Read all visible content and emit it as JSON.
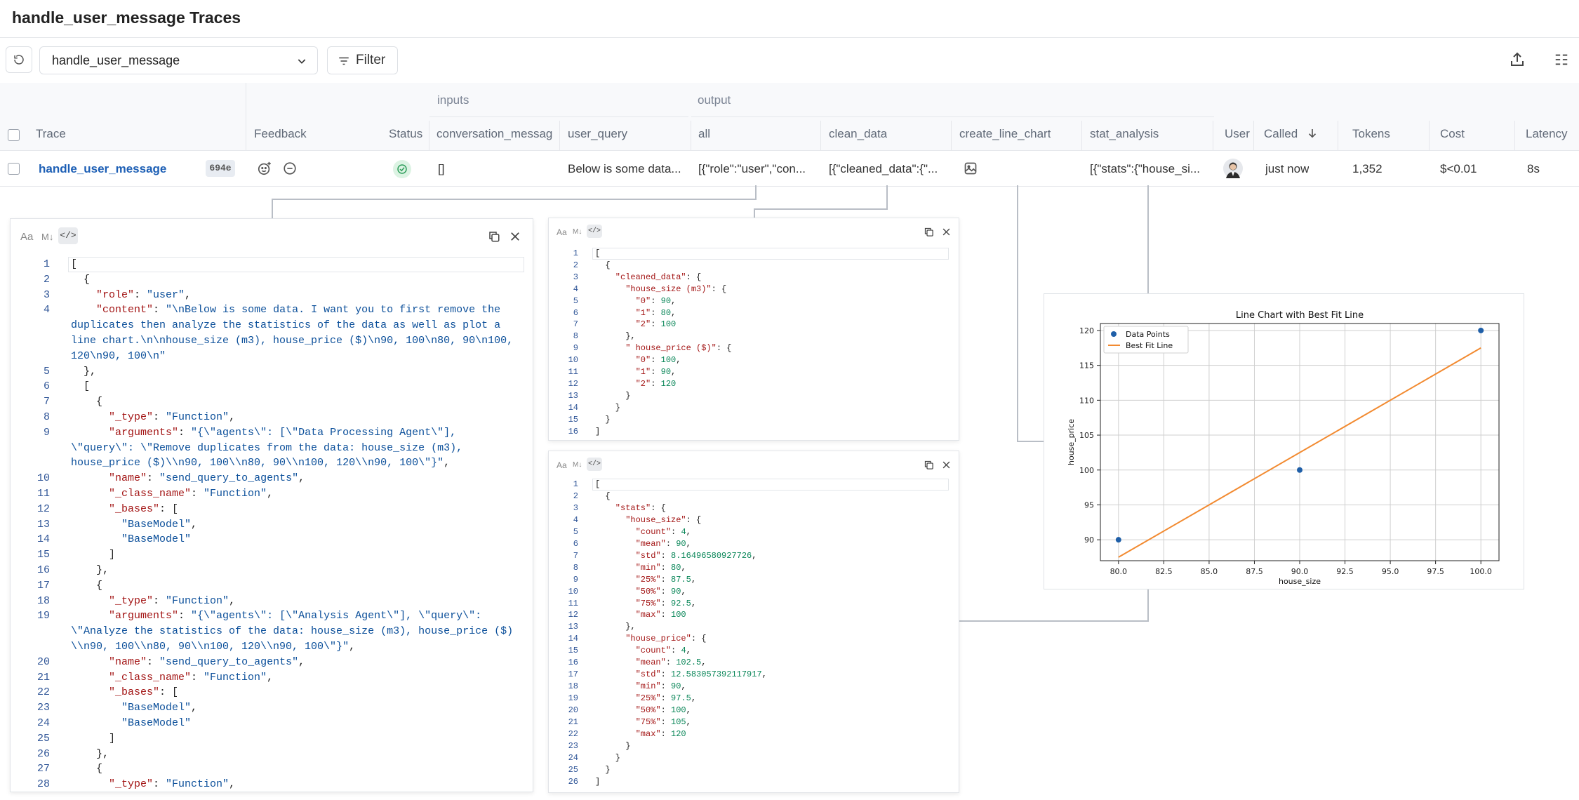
{
  "page": {
    "title": "handle_user_message Traces"
  },
  "toolbar": {
    "operation": "handle_user_message",
    "filter_label": "Filter"
  },
  "columns": {
    "groups": {
      "inputs": "inputs",
      "output": "output"
    },
    "trace": "Trace",
    "feedback": "Feedback",
    "status": "Status",
    "conversation": "conversation_message",
    "user_query": "user_query",
    "all": "all",
    "clean_data": "clean_data",
    "create_line_chart": "create_line_chart",
    "stat_analysis": "stat_analysis",
    "user": "User",
    "called": "Called",
    "tokens": "Tokens",
    "cost": "Cost",
    "latency": "Latency"
  },
  "row": {
    "trace": "handle_user_message",
    "id": "694e",
    "conversation": "[]",
    "user_query": "Below is some data...",
    "all": "[{\"role\":\"user\",\"con...",
    "clean_data": "[{\"cleaned_data\":{\"...",
    "stat_analysis": "[{\"stats\":{\"house_si...",
    "called": "just now",
    "tokens": "1,352",
    "cost": "$<0.01",
    "latency": "8s"
  },
  "editor_buttons": {
    "aa": "Aa",
    "md": "M↓",
    "code": "</>"
  },
  "panel_all": [
    [
      [
        "p",
        "["
      ]
    ],
    [
      [
        "p",
        "  {"
      ]
    ],
    [
      [
        "k",
        "    \"role\""
      ],
      [
        "p",
        ": "
      ],
      [
        "s",
        "\"user\""
      ],
      [
        "p",
        ","
      ]
    ],
    [
      [
        "k",
        "    \"content\""
      ],
      [
        "p",
        ": "
      ],
      [
        "s",
        "\"\\nBelow is some data. I want you to first remove the"
      ]
    ],
    [
      [
        "s",
        "duplicates then analyze the statistics of the data as well as plot a"
      ]
    ],
    [
      [
        "s",
        "line chart.\\n\\nhouse_size (m3), house_price ($)\\n90, 100\\n80, 90\\n100,"
      ]
    ],
    [
      [
        "s",
        "120\\n90, 100\\n\""
      ]
    ],
    [
      [
        "p",
        "  },"
      ]
    ],
    [
      [
        "p",
        "  ["
      ]
    ],
    [
      [
        "p",
        "    {"
      ]
    ],
    [
      [
        "k",
        "      \"_type\""
      ],
      [
        "p",
        ": "
      ],
      [
        "s",
        "\"Function\""
      ],
      [
        "p",
        ","
      ]
    ],
    [
      [
        "k",
        "      \"arguments\""
      ],
      [
        "p",
        ": "
      ],
      [
        "s",
        "\"{\\\"agents\\\": [\\\"Data Processing Agent\\\"],"
      ]
    ],
    [
      [
        "s",
        "\\\"query\\\": \\\"Remove duplicates from the data: house_size (m3),"
      ]
    ],
    [
      [
        "s",
        "house_price ($)\\\\n90, 100\\\\n80, 90\\\\n100, 120\\\\n90, 100\\\"}\""
      ],
      [
        "p",
        ","
      ]
    ],
    [
      [
        "k",
        "      \"name\""
      ],
      [
        "p",
        ": "
      ],
      [
        "s",
        "\"send_query_to_agents\""
      ],
      [
        "p",
        ","
      ]
    ],
    [
      [
        "k",
        "      \"_class_name\""
      ],
      [
        "p",
        ": "
      ],
      [
        "s",
        "\"Function\""
      ],
      [
        "p",
        ","
      ]
    ],
    [
      [
        "k",
        "      \"_bases\""
      ],
      [
        "p",
        ": ["
      ]
    ],
    [
      [
        "s",
        "        \"BaseModel\""
      ],
      [
        "p",
        ","
      ]
    ],
    [
      [
        "s",
        "        \"BaseModel\""
      ]
    ],
    [
      [
        "p",
        "      ]"
      ]
    ],
    [
      [
        "p",
        "    },"
      ]
    ],
    [
      [
        "p",
        "    {"
      ]
    ],
    [
      [
        "k",
        "      \"_type\""
      ],
      [
        "p",
        ": "
      ],
      [
        "s",
        "\"Function\""
      ],
      [
        "p",
        ","
      ]
    ],
    [
      [
        "k",
        "      \"arguments\""
      ],
      [
        "p",
        ": "
      ],
      [
        "s",
        "\"{\\\"agents\\\": [\\\"Analysis Agent\\\"], \\\"query\\\":"
      ]
    ],
    [
      [
        "s",
        "\\\"Analyze the statistics of the data: house_size (m3), house_price ($)"
      ]
    ],
    [
      [
        "s",
        "\\\\n90, 100\\\\n80, 90\\\\n100, 120\\\\n90, 100\\\"}\""
      ],
      [
        "p",
        ","
      ]
    ],
    [
      [
        "k",
        "      \"name\""
      ],
      [
        "p",
        ": "
      ],
      [
        "s",
        "\"send_query_to_agents\""
      ],
      [
        "p",
        ","
      ]
    ],
    [
      [
        "k",
        "      \"_class_name\""
      ],
      [
        "p",
        ": "
      ],
      [
        "s",
        "\"Function\""
      ],
      [
        "p",
        ","
      ]
    ],
    [
      [
        "k",
        "      \"_bases\""
      ],
      [
        "p",
        ": ["
      ]
    ],
    [
      [
        "s",
        "        \"BaseModel\""
      ],
      [
        "p",
        ","
      ]
    ],
    [
      [
        "s",
        "        \"BaseModel\""
      ]
    ],
    [
      [
        "p",
        "      ]"
      ]
    ],
    [
      [
        "p",
        "    },"
      ]
    ],
    [
      [
        "p",
        "    {"
      ]
    ],
    [
      [
        "k",
        "      \"_type\""
      ],
      [
        "p",
        ": "
      ],
      [
        "s",
        "\"Function\""
      ],
      [
        "p",
        ","
      ]
    ]
  ],
  "panel_all_numbers": [
    "1",
    "2",
    "3",
    "4",
    "",
    "",
    "",
    "5",
    "6",
    "7",
    "8",
    "9",
    "",
    "",
    "10",
    "11",
    "12",
    "13",
    "14",
    "15",
    "16",
    "17",
    "18",
    "19",
    "",
    "",
    "20",
    "21",
    "22",
    "23",
    "24",
    "25",
    "26",
    "27",
    "28"
  ],
  "panel_clean": [
    [
      [
        "p",
        "["
      ]
    ],
    [
      [
        "p",
        "  {"
      ]
    ],
    [
      [
        "k",
        "    \"cleaned_data\""
      ],
      [
        "p",
        ": {"
      ]
    ],
    [
      [
        "k",
        "      \"house_size (m3)\""
      ],
      [
        "p",
        ": {"
      ]
    ],
    [
      [
        "k",
        "        \"0\""
      ],
      [
        "p",
        ": "
      ],
      [
        "n",
        "90"
      ],
      [
        "p",
        ","
      ]
    ],
    [
      [
        "k",
        "        \"1\""
      ],
      [
        "p",
        ": "
      ],
      [
        "n",
        "80"
      ],
      [
        "p",
        ","
      ]
    ],
    [
      [
        "k",
        "        \"2\""
      ],
      [
        "p",
        ": "
      ],
      [
        "n",
        "100"
      ]
    ],
    [
      [
        "p",
        "      },"
      ]
    ],
    [
      [
        "k",
        "      \" house_price ($)\""
      ],
      [
        "p",
        ": {"
      ]
    ],
    [
      [
        "k",
        "        \"0\""
      ],
      [
        "p",
        ": "
      ],
      [
        "n",
        "100"
      ],
      [
        "p",
        ","
      ]
    ],
    [
      [
        "k",
        "        \"1\""
      ],
      [
        "p",
        ": "
      ],
      [
        "n",
        "90"
      ],
      [
        "p",
        ","
      ]
    ],
    [
      [
        "k",
        "        \"2\""
      ],
      [
        "p",
        ": "
      ],
      [
        "n",
        "120"
      ]
    ],
    [
      [
        "p",
        "      }"
      ]
    ],
    [
      [
        "p",
        "    }"
      ]
    ],
    [
      [
        "p",
        "  }"
      ]
    ],
    [
      [
        "p",
        "]"
      ]
    ]
  ],
  "panel_stats": [
    [
      [
        "p",
        "["
      ]
    ],
    [
      [
        "p",
        "  {"
      ]
    ],
    [
      [
        "k",
        "    \"stats\""
      ],
      [
        "p",
        ": {"
      ]
    ],
    [
      [
        "k",
        "      \"house_size\""
      ],
      [
        "p",
        ": {"
      ]
    ],
    [
      [
        "k",
        "        \"count\""
      ],
      [
        "p",
        ": "
      ],
      [
        "n",
        "4"
      ],
      [
        "p",
        ","
      ]
    ],
    [
      [
        "k",
        "        \"mean\""
      ],
      [
        "p",
        ": "
      ],
      [
        "n",
        "90"
      ],
      [
        "p",
        ","
      ]
    ],
    [
      [
        "k",
        "        \"std\""
      ],
      [
        "p",
        ": "
      ],
      [
        "n",
        "8.16496580927726"
      ],
      [
        "p",
        ","
      ]
    ],
    [
      [
        "k",
        "        \"min\""
      ],
      [
        "p",
        ": "
      ],
      [
        "n",
        "80"
      ],
      [
        "p",
        ","
      ]
    ],
    [
      [
        "k",
        "        \"25%\""
      ],
      [
        "p",
        ": "
      ],
      [
        "n",
        "87.5"
      ],
      [
        "p",
        ","
      ]
    ],
    [
      [
        "k",
        "        \"50%\""
      ],
      [
        "p",
        ": "
      ],
      [
        "n",
        "90"
      ],
      [
        "p",
        ","
      ]
    ],
    [
      [
        "k",
        "        \"75%\""
      ],
      [
        "p",
        ": "
      ],
      [
        "n",
        "92.5"
      ],
      [
        "p",
        ","
      ]
    ],
    [
      [
        "k",
        "        \"max\""
      ],
      [
        "p",
        ": "
      ],
      [
        "n",
        "100"
      ]
    ],
    [
      [
        "p",
        "      },"
      ]
    ],
    [
      [
        "k",
        "      \"house_price\""
      ],
      [
        "p",
        ": {"
      ]
    ],
    [
      [
        "k",
        "        \"count\""
      ],
      [
        "p",
        ": "
      ],
      [
        "n",
        "4"
      ],
      [
        "p",
        ","
      ]
    ],
    [
      [
        "k",
        "        \"mean\""
      ],
      [
        "p",
        ": "
      ],
      [
        "n",
        "102.5"
      ],
      [
        "p",
        ","
      ]
    ],
    [
      [
        "k",
        "        \"std\""
      ],
      [
        "p",
        ": "
      ],
      [
        "n",
        "12.583057392117917"
      ],
      [
        "p",
        ","
      ]
    ],
    [
      [
        "k",
        "        \"min\""
      ],
      [
        "p",
        ": "
      ],
      [
        "n",
        "90"
      ],
      [
        "p",
        ","
      ]
    ],
    [
      [
        "k",
        "        \"25%\""
      ],
      [
        "p",
        ": "
      ],
      [
        "n",
        "97.5"
      ],
      [
        "p",
        ","
      ]
    ],
    [
      [
        "k",
        "        \"50%\""
      ],
      [
        "p",
        ": "
      ],
      [
        "n",
        "100"
      ],
      [
        "p",
        ","
      ]
    ],
    [
      [
        "k",
        "        \"75%\""
      ],
      [
        "p",
        ": "
      ],
      [
        "n",
        "105"
      ],
      [
        "p",
        ","
      ]
    ],
    [
      [
        "k",
        "        \"max\""
      ],
      [
        "p",
        ": "
      ],
      [
        "n",
        "120"
      ]
    ],
    [
      [
        "p",
        "      }"
      ]
    ],
    [
      [
        "p",
        "    }"
      ]
    ],
    [
      [
        "p",
        "  }"
      ]
    ],
    [
      [
        "p",
        "]"
      ]
    ]
  ],
  "chart_data": {
    "type": "line",
    "title": "Line Chart with Best Fit Line",
    "xlabel": "house_size",
    "ylabel": "house_price",
    "xlim": [
      79.0,
      101.0
    ],
    "ylim": [
      87.0,
      121.0
    ],
    "xticks": [
      "80.0",
      "82.5",
      "85.0",
      "87.5",
      "90.0",
      "92.5",
      "95.0",
      "97.5",
      "100.0"
    ],
    "yticks": [
      "90",
      "95",
      "100",
      "105",
      "110",
      "115",
      "120"
    ],
    "grid": true,
    "legend": "top-left",
    "series": [
      {
        "name": "Data Points",
        "kind": "scatter",
        "color": "#1f5fa8",
        "x": [
          80,
          90,
          100
        ],
        "y": [
          90,
          100,
          120
        ]
      },
      {
        "name": "Best Fit Line",
        "kind": "line",
        "color": "#f28a30",
        "x": [
          80,
          100
        ],
        "y": [
          87.5,
          117.5
        ]
      }
    ]
  },
  "colors": {
    "link": "#1d5fb5",
    "status_ok": "#2e9e5b",
    "key": "#a31515",
    "string": "#0b4f9a",
    "number": "#098658"
  }
}
